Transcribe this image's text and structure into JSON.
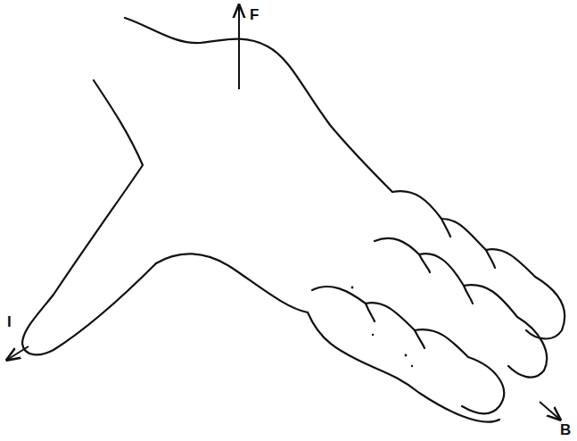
{
  "diagram": {
    "labels": [
      "F",
      "I",
      "B"
    ]
  }
}
